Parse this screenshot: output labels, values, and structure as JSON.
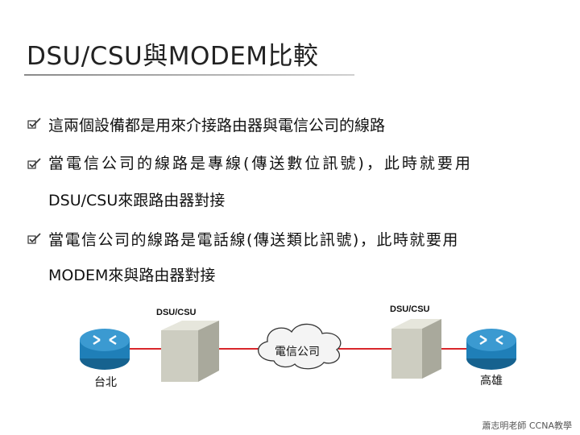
{
  "title": "DSU/CSU與MODEM比較",
  "bullets": [
    {
      "line1": "這兩個設備都是用來介接路由器與電信公司的線路",
      "line2": ""
    },
    {
      "line1": "當電信公司的線路是專線(傳送數位訊號)，此時就要用",
      "line2": "DSU/CSU來跟路由器對接"
    },
    {
      "line1": "當電信公司的線路是電話線(傳送類比訊號)，此時就要用",
      "line2": "MODEM來與路由器對接"
    }
  ],
  "diagram": {
    "device_left_label": "DSU/CSU",
    "device_right_label": "DSU/CSU",
    "cloud_label": "電信公司",
    "router_left_label": "台北",
    "router_right_label": "高雄",
    "link_color": "#d9262b",
    "router_color": "#1f7fb8"
  },
  "footer": "蕭志明老師 CCNA教學"
}
